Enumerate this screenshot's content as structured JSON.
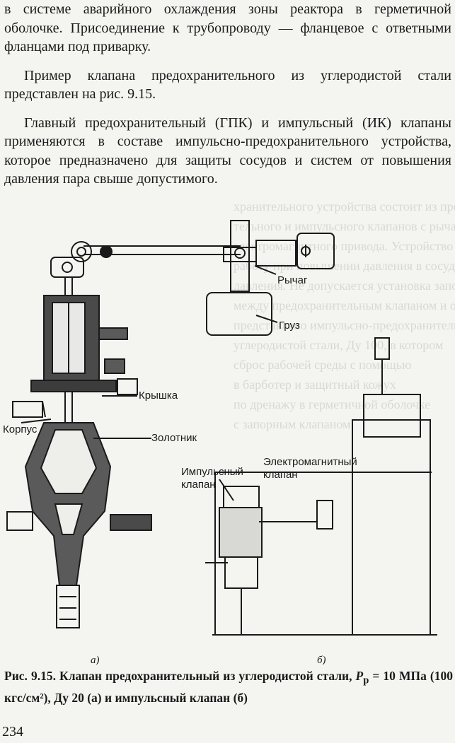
{
  "paragraphs": [
    "в системе аварийного охлаждения зоны реактора в герметичной оболочке. Присоединение к трубопроводу — фланцевое с ответными фланцами под приварку.",
    "Пример клапана предохранительного из углеродистой стали представлен на рис. 9.15.",
    "Главный предохранительный (ГПК) и импульсный (ИК) клапаны применяются в составе импульсно-предохранительного устройства, которое предназначено для защиты сосудов и систем от повышения давления пара свыше допустимого."
  ],
  "figure": {
    "labels": {
      "lever": "Рычаг",
      "weight": "Груз",
      "cover": "Крышка",
      "spool": "Золотник",
      "body": "Корпус",
      "impulse_valve": "Импульсный клапан",
      "solenoid_valve": "Электромагнитный клапан",
      "sub_a": "а)",
      "sub_b": "б)"
    }
  },
  "caption": "Рис. 9.15. Клапан предохранительный из углеродистой стали, Pp = 10 МПа (100 кгс/см²), Ду 20 (а) и импульсный клапан (б)",
  "caption_parts": {
    "prefix": "Рис. 9.15. Клапан предохранительный из углеродистой стали, ",
    "p_symbol": "P",
    "p_sub": "р",
    "suffix": " = 10 МПа (100 кгс/см²), Ду 20 (а) и импульсный клапан (б)"
  },
  "page_number": "234"
}
